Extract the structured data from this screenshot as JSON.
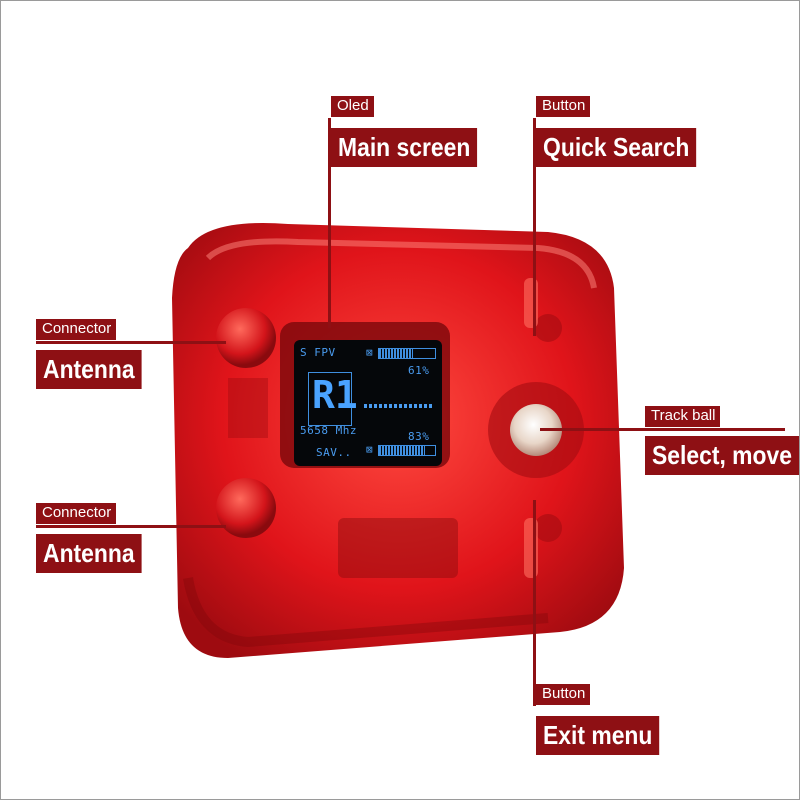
{
  "oled_screen": {
    "header": "S FPV",
    "channel": "R1",
    "frequency": "5658 Mhz",
    "status": "SAV..",
    "antenna_a_signal": "61%",
    "antenna_b_signal": "83%",
    "antenna_a_level": 0.61,
    "antenna_b_level": 0.83
  },
  "callouts": {
    "oled": {
      "category": "Oled",
      "label": "Main screen"
    },
    "quick_search": {
      "category": "Button",
      "label": "Quick Search"
    },
    "antenna_top": {
      "category": "Connector",
      "label": "Antenna"
    },
    "antenna_bottom": {
      "category": "Connector",
      "label": "Antenna"
    },
    "track_ball": {
      "category": "Track ball",
      "label": "Select, move"
    },
    "exit_menu": {
      "category": "Button",
      "label": "Exit menu"
    }
  },
  "colors": {
    "callout_bg": "#8e1014",
    "device_red": "#e0141a",
    "oled_blue": "#3f8fe0"
  }
}
